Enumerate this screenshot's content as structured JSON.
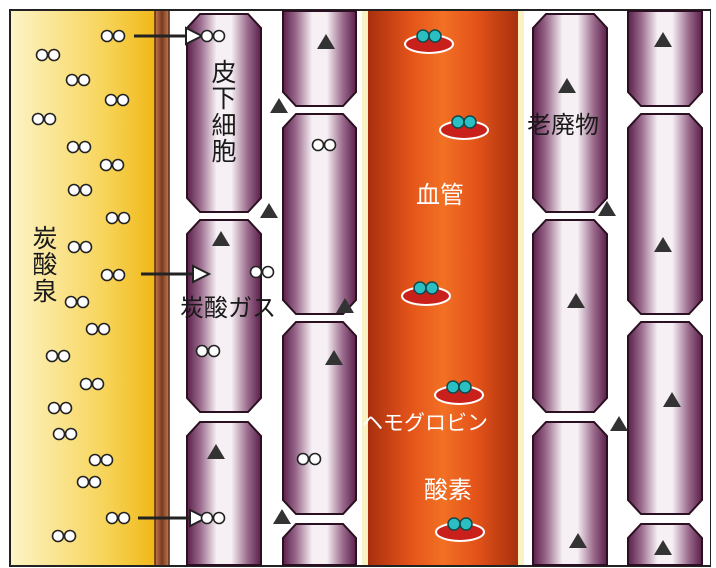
{
  "labels": {
    "tansansen": "炭酸泉",
    "hika_saibou": "皮下細胞",
    "tansan_gas": "炭酸ガス",
    "roohaibutsu": "老廃物",
    "kekkan": "血管",
    "hemoglobin": "ヘモグロビン",
    "sanso": "酸素"
  },
  "colors": {
    "bath": "#f2c21e",
    "bath_light": "#fbe9a8",
    "cream": "#fbf2c4",
    "skin_line": "#8a4a2c",
    "cell_dark": "#5a1f4a",
    "cell_light": "#f4eef2",
    "vessel_edge": "#c23a10",
    "vessel_center": "#f06a20",
    "rbc": "#c9201b",
    "oxygen": "#2bbfc4",
    "waste": "#3a3a3a"
  },
  "icons": {
    "bubble": "co2-bubble-icon",
    "triangle": "waste-triangle-icon",
    "arrow": "arrow-right-icon",
    "hemoglobin": "hemoglobin-icon"
  }
}
